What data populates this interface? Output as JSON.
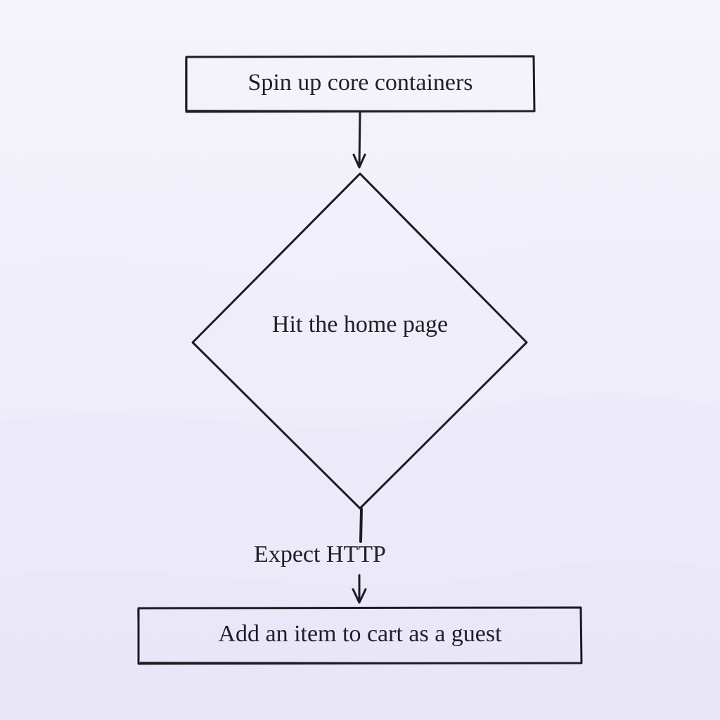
{
  "diagram": {
    "nodes": {
      "start": {
        "label": "Spin up core containers",
        "shape": "rectangle"
      },
      "decision": {
        "label": "Hit the home page",
        "shape": "diamond"
      },
      "end": {
        "label": "Add an item to cart as a guest",
        "shape": "rectangle"
      }
    },
    "edges": [
      {
        "from": "start",
        "to": "decision",
        "label": ""
      },
      {
        "from": "decision",
        "to": "end",
        "label": "Expect HTTP"
      }
    ],
    "style": {
      "stroke_color": "#1c1c22",
      "background_color": "#f2f0fa"
    }
  }
}
